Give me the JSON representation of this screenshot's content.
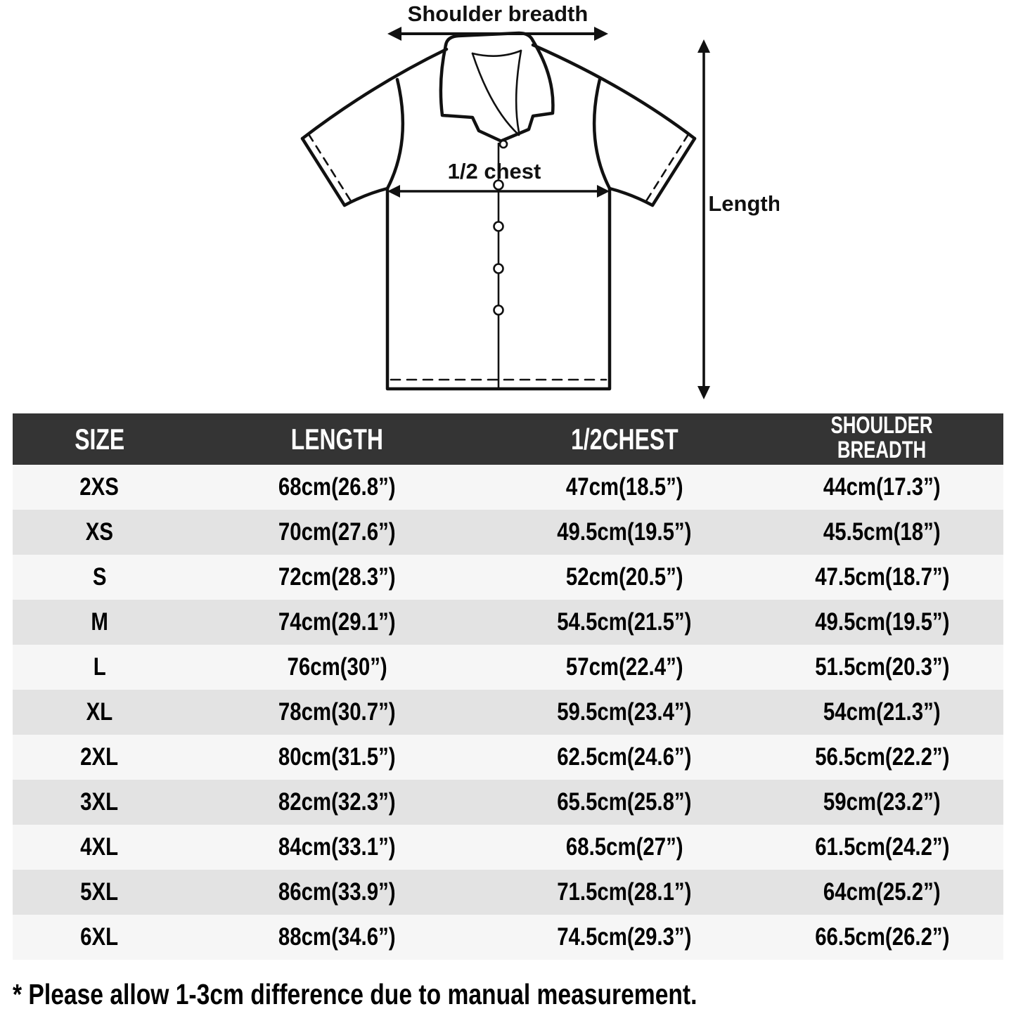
{
  "diagram": {
    "shoulder_breadth_label": "Shoulder breadth",
    "half_chest_label": "1/2 chest",
    "length_label": "Length"
  },
  "table": {
    "headers": {
      "size": "SIZE",
      "length": "LENGTH",
      "chest": "1/2CHEST",
      "shoulder": "SHOULDER BREADTH"
    },
    "rows": [
      {
        "size": "2XS",
        "length": "68cm(26.8”)",
        "chest": "47cm(18.5”)",
        "shoulder": "44cm(17.3”)"
      },
      {
        "size": "XS",
        "length": "70cm(27.6”)",
        "chest": "49.5cm(19.5”)",
        "shoulder": "45.5cm(18”)"
      },
      {
        "size": "S",
        "length": "72cm(28.3”)",
        "chest": "52cm(20.5”)",
        "shoulder": "47.5cm(18.7”)"
      },
      {
        "size": "M",
        "length": "74cm(29.1”)",
        "chest": "54.5cm(21.5”)",
        "shoulder": "49.5cm(19.5”)"
      },
      {
        "size": "L",
        "length": "76cm(30”)",
        "chest": "57cm(22.4”)",
        "shoulder": "51.5cm(20.3”)"
      },
      {
        "size": "XL",
        "length": "78cm(30.7”)",
        "chest": "59.5cm(23.4”)",
        "shoulder": "54cm(21.3”)"
      },
      {
        "size": "2XL",
        "length": "80cm(31.5”)",
        "chest": "62.5cm(24.6”)",
        "shoulder": "56.5cm(22.2”)"
      },
      {
        "size": "3XL",
        "length": "82cm(32.3”)",
        "chest": "65.5cm(25.8”)",
        "shoulder": "59cm(23.2”)"
      },
      {
        "size": "4XL",
        "length": "84cm(33.1”)",
        "chest": "68.5cm(27”)",
        "shoulder": "61.5cm(24.2”)"
      },
      {
        "size": "5XL",
        "length": "86cm(33.9”)",
        "chest": "71.5cm(28.1”)",
        "shoulder": "64cm(25.2”)"
      },
      {
        "size": "6XL",
        "length": "88cm(34.6”)",
        "chest": "74.5cm(29.3”)",
        "shoulder": "66.5cm(26.2”)"
      }
    ]
  },
  "footnote": "* Please allow 1-3cm difference due to manual measurement.",
  "colors": {
    "header_bg": "#343434",
    "header_text": "#ffffff",
    "row_light": "#f6f6f6",
    "row_dark": "#e3e3e3",
    "line_color": "#111111",
    "page_bg": "#ffffff"
  }
}
